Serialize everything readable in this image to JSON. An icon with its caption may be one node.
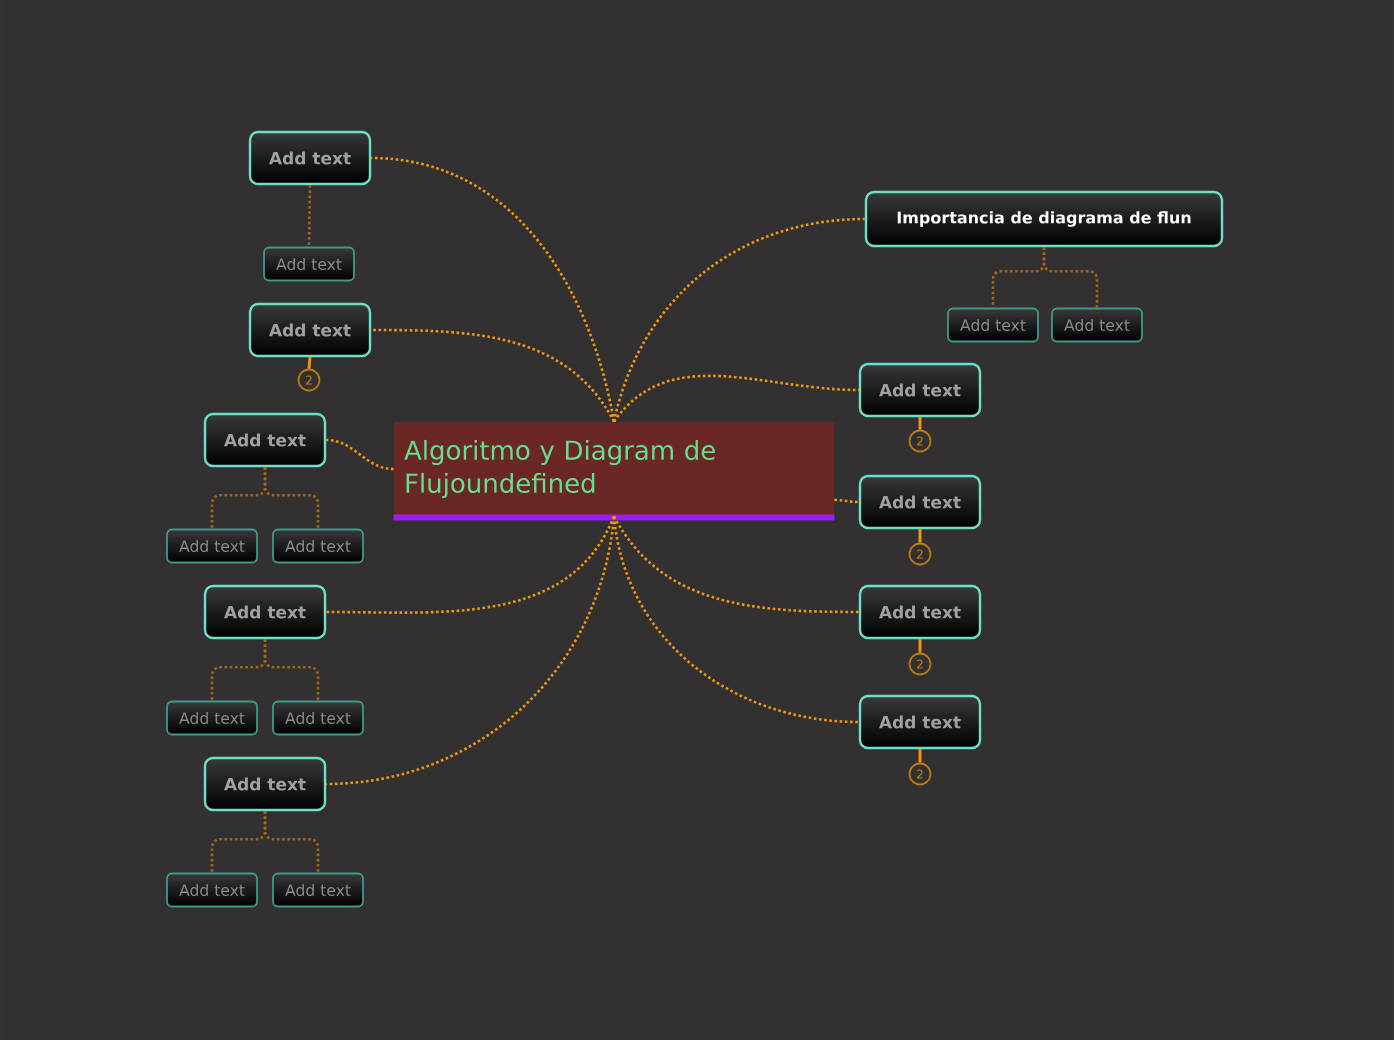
{
  "diagram": {
    "nodes": [
      {
        "text": [
          "Algoritmo y Diagram de Flujoundefined"
        ]
      },
      {
        "text": [
          "Add text"
        ]
      },
      {
        "text": [
          "Add text"
        ]
      },
      {
        "text": [
          "Add text"
        ]
      },
      {
        "text": [
          "2"
        ]
      },
      {
        "text": [
          "Add text"
        ]
      },
      {
        "text": [
          "Add text"
        ]
      },
      {
        "text": [
          "Add text"
        ]
      },
      {
        "text": [
          "Add text"
        ]
      },
      {
        "text": [
          "Add text"
        ]
      },
      {
        "text": [
          "Add text"
        ]
      },
      {
        "text": [
          "Add text"
        ]
      },
      {
        "text": [
          "Add text"
        ]
      },
      {
        "text": [
          "Add text"
        ]
      },
      {
        "text": [
          "Importancia de diagrama de flun"
        ]
      },
      {
        "text": [
          "Add text"
        ]
      },
      {
        "text": [
          "Add text"
        ]
      },
      {
        "text": [
          "Add text"
        ]
      },
      {
        "text": [
          "2"
        ]
      },
      {
        "text": [
          "Add text"
        ]
      },
      {
        "text": [
          "2"
        ]
      },
      {
        "text": [
          "Add text"
        ]
      },
      {
        "text": [
          "2"
        ]
      },
      {
        "text": [
          "Add text"
        ]
      },
      {
        "text": [
          "2"
        ]
      }
    ],
    "edges": [
      {
        "from": 0,
        "to": 1,
        "arrow": "none",
        "style": "dashed"
      },
      {
        "from": 0,
        "to": 3,
        "arrow": "none",
        "style": "dashed"
      },
      {
        "from": 0,
        "to": 5,
        "arrow": "none",
        "style": "dashed"
      },
      {
        "from": 0,
        "to": 8,
        "arrow": "none",
        "style": "dashed"
      },
      {
        "from": 0,
        "to": 11,
        "arrow": "none",
        "style": "dashed"
      },
      {
        "from": 0,
        "to": 14,
        "arrow": "none",
        "style": "dashed"
      },
      {
        "from": 0,
        "to": 17,
        "arrow": "none",
        "style": "dashed"
      },
      {
        "from": 0,
        "to": 19,
        "arrow": "none",
        "style": "dashed"
      },
      {
        "from": 0,
        "to": 21,
        "arrow": "none",
        "style": "dashed"
      },
      {
        "from": 0,
        "to": 23,
        "arrow": "none",
        "style": "dashed"
      },
      {
        "from": 1,
        "to": 2,
        "arrow": "none",
        "style": "dashed",
        "color": "#a06a14"
      },
      {
        "from": 5,
        "to": 6,
        "arrow": "none",
        "style": "dashed",
        "color": "#a06a14"
      },
      {
        "from": 5,
        "to": 7,
        "arrow": "none",
        "style": "dashed",
        "color": "#a06a14"
      },
      {
        "from": 8,
        "to": 9,
        "arrow": "none",
        "style": "dashed",
        "color": "#a06a14"
      },
      {
        "from": 8,
        "to": 10,
        "arrow": "none",
        "style": "dashed",
        "color": "#a06a14"
      },
      {
        "from": 11,
        "to": 12,
        "arrow": "none",
        "style": "dashed",
        "color": "#a06a14"
      },
      {
        "from": 11,
        "to": 13,
        "arrow": "none",
        "style": "dashed",
        "color": "#a06a14"
      },
      {
        "from": 14,
        "to": 15,
        "arrow": "none",
        "style": "dashed",
        "color": "#a06a14"
      },
      {
        "from": 14,
        "to": 16,
        "arrow": "none",
        "style": "dashed",
        "color": "#a06a14"
      },
      {
        "from": 3,
        "to": 4,
        "arrow": "none"
      },
      {
        "from": 17,
        "to": 18,
        "arrow": "none"
      },
      {
        "from": 19,
        "to": 20,
        "arrow": "none"
      },
      {
        "from": 21,
        "to": 22,
        "arrow": "none"
      },
      {
        "from": 23,
        "to": 24,
        "arrow": "none"
      }
    ]
  }
}
